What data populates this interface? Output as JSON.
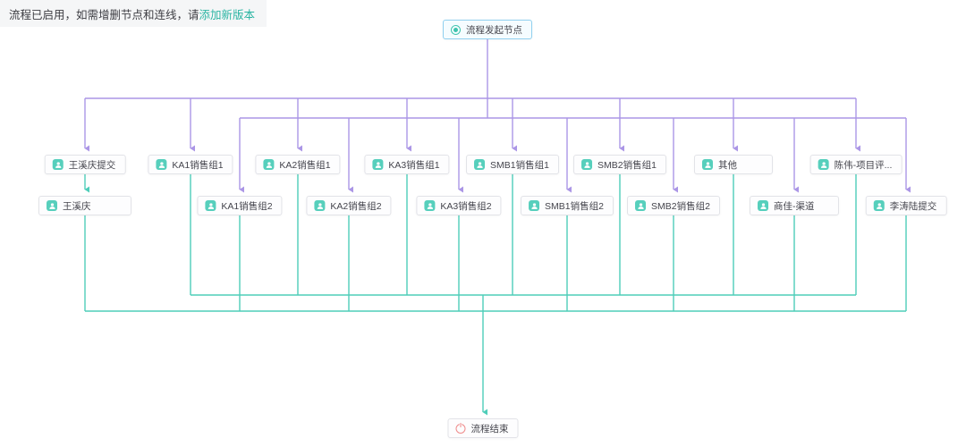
{
  "banner": {
    "text": "流程已启用，如需增删节点和连线，请",
    "link_label": "添加新版本"
  },
  "colors": {
    "branch_line": "#ab96e6",
    "merge_line": "#4ecdb9",
    "link": "#2cb5a3",
    "start_border": "#90d0ef",
    "node_icon": "#56cfbc",
    "end_icon": "#ef8a8a"
  },
  "nodes": {
    "start": {
      "label": "流程发起节点"
    },
    "end": {
      "label": "流程结束"
    },
    "row1": [
      {
        "label": "王溪庆提交"
      },
      {
        "label": "KA1销售组1"
      },
      {
        "label": "KA2销售组1"
      },
      {
        "label": "KA3销售组1"
      },
      {
        "label": "SMB1销售组1"
      },
      {
        "label": "SMB2销售组1"
      },
      {
        "label": "其他"
      },
      {
        "label": "陈伟-项目评..."
      }
    ],
    "row2": [
      {
        "label": "王溪庆"
      },
      {
        "label": "KA1销售组2"
      },
      {
        "label": "KA2销售组2"
      },
      {
        "label": "KA3销售组2"
      },
      {
        "label": "SMB1销售组2"
      },
      {
        "label": "SMB2销售组2"
      },
      {
        "label": "商佳-渠道"
      },
      {
        "label": "李涛陆提交"
      }
    ]
  }
}
